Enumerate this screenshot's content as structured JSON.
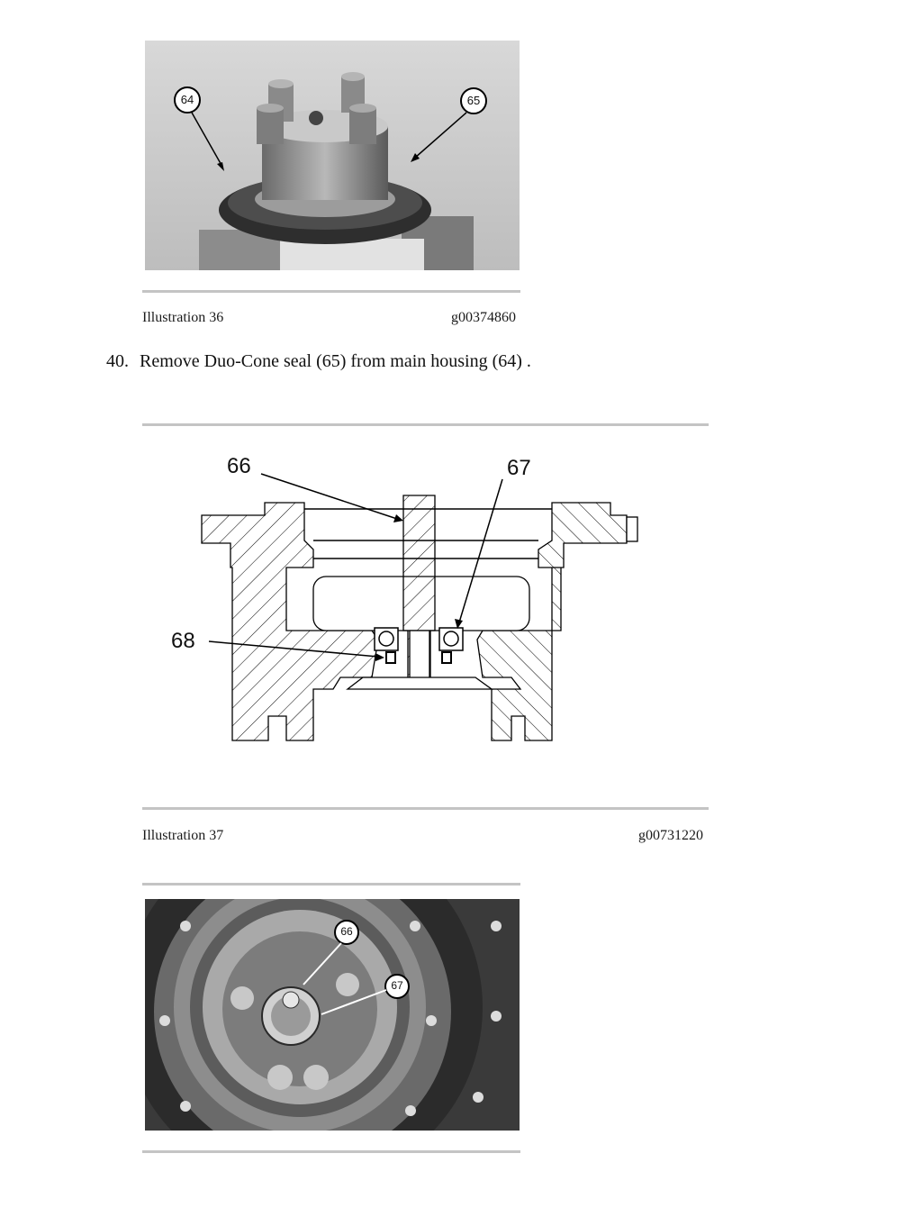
{
  "illustrations": [
    {
      "caption": "Illustration 36",
      "code": "g00374860",
      "callouts": [
        "64",
        "65"
      ]
    },
    {
      "caption": "Illustration 37",
      "code": "g00731220",
      "callouts": [
        "66",
        "67",
        "68"
      ]
    },
    {
      "callouts": [
        "66",
        "67"
      ]
    }
  ],
  "steps": [
    {
      "number": "40.",
      "text": "Remove Duo-Cone seal (65) from main housing (64) ."
    }
  ],
  "colors": {
    "rule": "#c4c4c4",
    "text": "#111111",
    "drawing_line": "#000000"
  }
}
